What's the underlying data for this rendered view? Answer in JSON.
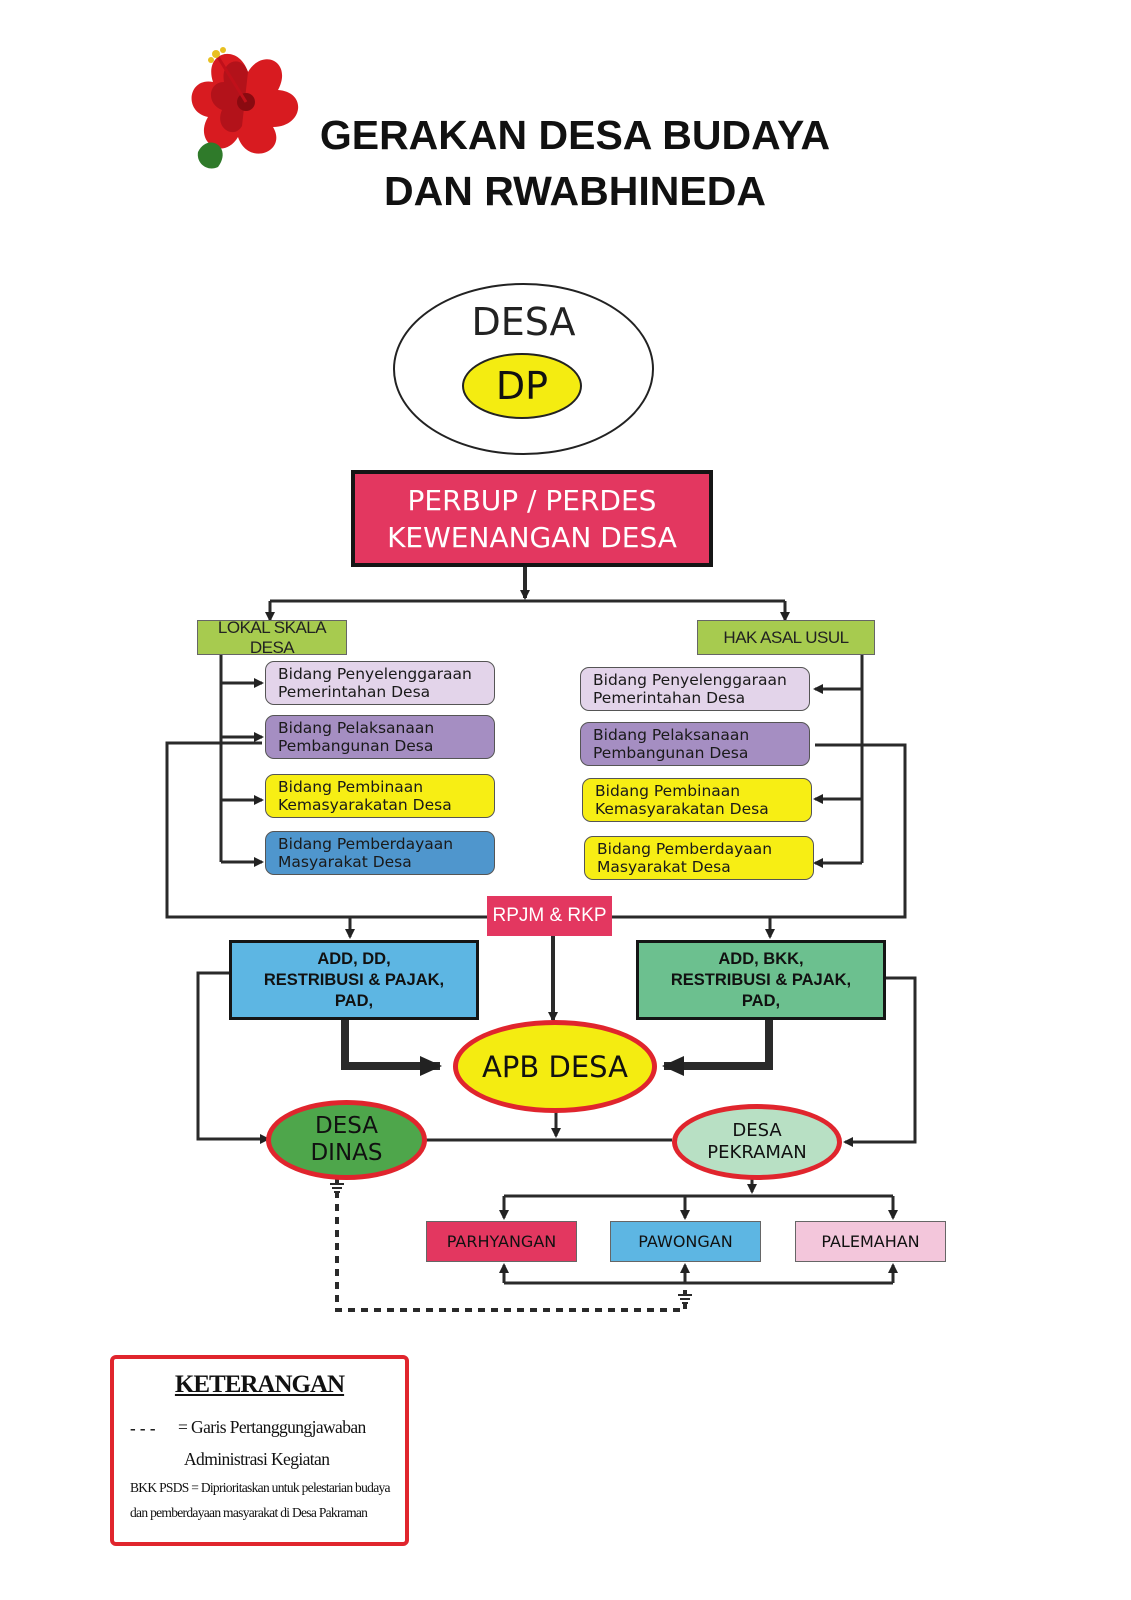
{
  "header": {
    "title_line1": "GERAKAN DESA BUDAYA",
    "title_line2": "DAN RWABHINEDA",
    "logo_icon": "hibiscus-flower-icon"
  },
  "top": {
    "desa_label": "DESA",
    "dp_label": "DP"
  },
  "authority_box": {
    "line1": "PERBUP / PERDES",
    "line2": "KEWENANGAN DESA",
    "color": "#e33760"
  },
  "left_branch": {
    "header": "LOKAL SKALA DESA",
    "items": [
      {
        "line1": "Bidang Penyelenggaraan",
        "line2": "Pemerintahan Desa",
        "color": "#e3d4ea"
      },
      {
        "line1": "Bidang Pelaksanaan",
        "line2": "Pembangunan Desa",
        "color": "#a58ec2"
      },
      {
        "line1": "Bidang Pembinaan",
        "line2": "Kemasyarakatan Desa",
        "color": "#f7ee14"
      },
      {
        "line1": "Bidang Pemberdayaan",
        "line2": "Masyarakat Desa",
        "color": "#4f96cd"
      }
    ]
  },
  "right_branch": {
    "header": "HAK ASAL USUL",
    "items": [
      {
        "line1": "Bidang Penyelenggaraan",
        "line2": "Pemerintahan Desa",
        "color": "#e3d4ea"
      },
      {
        "line1": "Bidang Pelaksanaan",
        "line2": "Pembangunan Desa",
        "color": "#a58ec2"
      },
      {
        "line1": "Bidang Pembinaan",
        "line2": "Kemasyarakatan Desa",
        "color": "#f7ee14"
      },
      {
        "line1": "Bidang Pemberdayaan",
        "line2": "Masyarakat Desa",
        "color": "#f7ee14"
      }
    ]
  },
  "rpjm_label": "RPJM & RKP",
  "funding_left": {
    "line1": "ADD, DD,",
    "line2": "RESTRIBUSI & PAJAK,",
    "line3": "PAD,"
  },
  "funding_right": {
    "line1": "ADD, BKK,",
    "line2": "RESTRIBUSI & PAJAK,",
    "line3": "PAD,"
  },
  "apb_label": "APB DESA",
  "desa_dinas": {
    "line1": "DESA",
    "line2": "DINAS"
  },
  "desa_pekraman": {
    "line1": "DESA",
    "line2": "PEKRAMAN"
  },
  "pillars": [
    {
      "label": "PARHYANGAN",
      "color": "#e33760"
    },
    {
      "label": "PAWONGAN",
      "color": "#5db6e3"
    },
    {
      "label": "PALEMAHAN",
      "color": "#f3c6db"
    }
  ],
  "legend": {
    "title": "KETERANGAN",
    "dash_symbol": "- - -",
    "dash_line1": "= Garis Pertanggungjawaban",
    "dash_line2": "Administrasi Kegiatan",
    "bkk_line1": "BKK PSDS =  Diprioritaskan untuk pelestarian budaya",
    "bkk_line2": "dan pemberdayaan masyarakat  di Desa Pakraman"
  }
}
